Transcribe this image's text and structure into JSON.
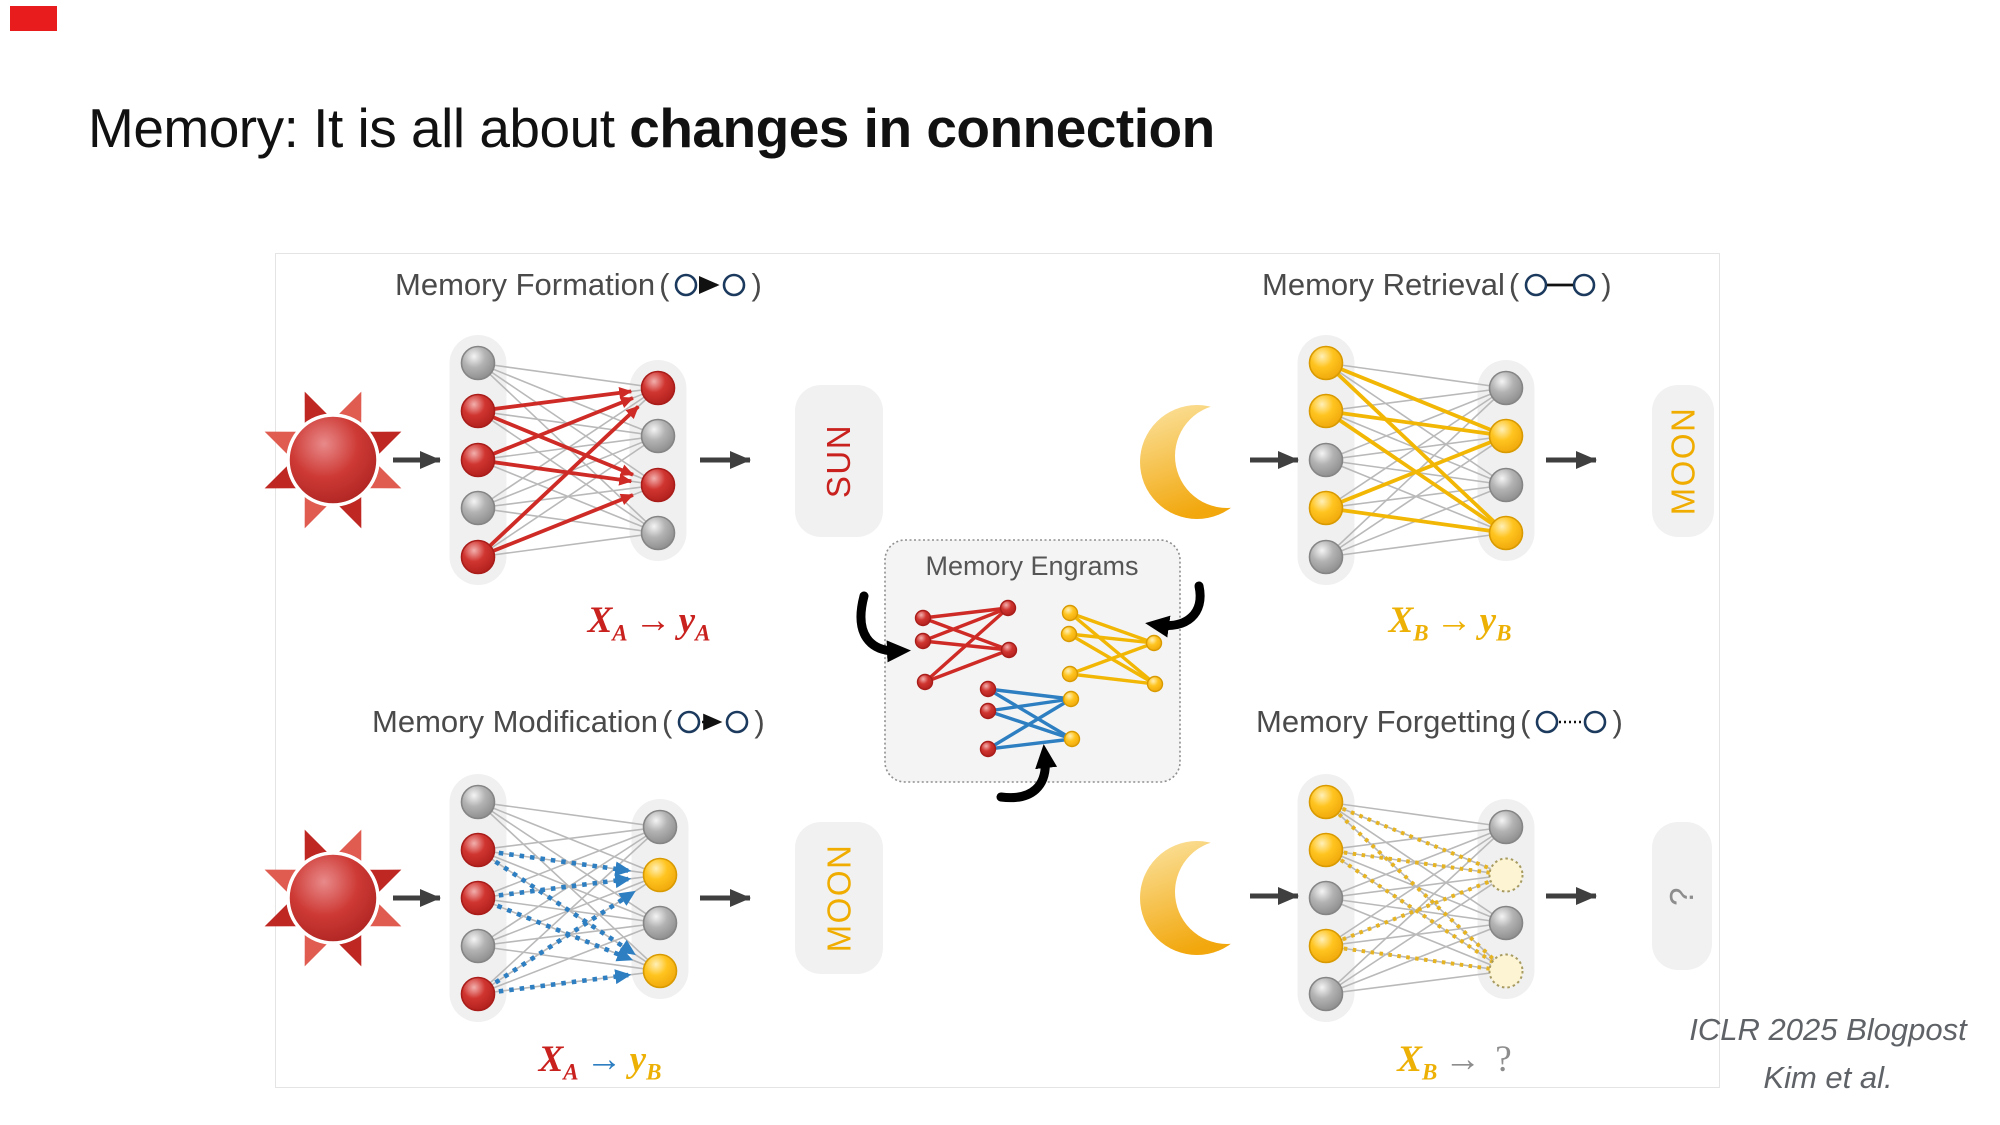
{
  "corner_mark_color": "#e81c1c",
  "title": {
    "prefix": "Memory: It is all about ",
    "bold": "changes in connection"
  },
  "figure": {
    "paren_open": "(",
    "paren_close": ")"
  },
  "quadrants": [
    {
      "id": "formation",
      "title": "Memory Formation",
      "connector": "solid-arrow",
      "input_icon": "sun-icon",
      "left_nodes": [
        "gray",
        "red",
        "red",
        "gray",
        "red"
      ],
      "right_nodes": [
        "red",
        "gray",
        "red",
        "gray"
      ],
      "highlight": {
        "style": "solid-arrow",
        "color": "#cf2b26",
        "pairs": [
          [
            1,
            0
          ],
          [
            1,
            2
          ],
          [
            2,
            0
          ],
          [
            2,
            2
          ],
          [
            4,
            0
          ],
          [
            4,
            2
          ]
        ]
      },
      "output": {
        "label": "SUN",
        "color": "#c9211e"
      },
      "formula": [
        {
          "t": "X",
          "sub": "A",
          "color": "#c9211e"
        },
        {
          "t": "→",
          "color": "#c9211e"
        },
        {
          "t": "y",
          "sub": "A",
          "color": "#c9211e"
        }
      ]
    },
    {
      "id": "retrieval",
      "title": "Memory Retrieval",
      "connector": "solid-line",
      "input_icon": "moon-icon",
      "left_nodes": [
        "yellow",
        "yellow",
        "gray",
        "yellow",
        "gray"
      ],
      "right_nodes": [
        "gray",
        "yellow",
        "gray",
        "yellow"
      ],
      "highlight": {
        "style": "solid-line",
        "color": "#f2b705",
        "pairs": [
          [
            0,
            1
          ],
          [
            0,
            3
          ],
          [
            1,
            1
          ],
          [
            1,
            3
          ],
          [
            3,
            1
          ],
          [
            3,
            3
          ]
        ]
      },
      "output": {
        "label": "MOON",
        "color": "#f0ad00"
      },
      "formula": [
        {
          "t": "X",
          "sub": "B",
          "color": "#edb005"
        },
        {
          "t": "→",
          "color": "#edb005"
        },
        {
          "t": "y",
          "sub": "B",
          "color": "#edb005"
        }
      ]
    },
    {
      "id": "modification",
      "title": "Memory Modification",
      "connector": "dotted-arrow",
      "input_icon": "sun-icon",
      "left_nodes": [
        "gray",
        "red",
        "red",
        "gray",
        "red"
      ],
      "right_nodes": [
        "gray",
        "yellow",
        "gray",
        "yellow"
      ],
      "highlight": {
        "style": "dotted-arrow",
        "color": "#2e7fc2",
        "pairs": [
          [
            1,
            1
          ],
          [
            1,
            3
          ],
          [
            2,
            1
          ],
          [
            2,
            3
          ],
          [
            4,
            1
          ],
          [
            4,
            3
          ]
        ]
      },
      "output": {
        "label": "MOON",
        "color": "#f0ad00"
      },
      "formula": [
        {
          "t": "X",
          "sub": "A",
          "color": "#c9211e"
        },
        {
          "t": "→",
          "color": "#2e7fc2"
        },
        {
          "t": "y",
          "sub": "B",
          "color": "#edb005"
        }
      ]
    },
    {
      "id": "forgetting",
      "title": "Memory Forgetting",
      "connector": "dotted-line",
      "input_icon": "moon-icon",
      "left_nodes": [
        "yellow",
        "yellow",
        "gray",
        "yellow",
        "gray"
      ],
      "right_nodes": [
        "gray",
        "faded",
        "gray",
        "faded"
      ],
      "highlight": {
        "style": "dotted-line",
        "color": "#e6b422",
        "pairs": [
          [
            0,
            1
          ],
          [
            0,
            3
          ],
          [
            1,
            1
          ],
          [
            1,
            3
          ],
          [
            3,
            1
          ],
          [
            3,
            3
          ]
        ]
      },
      "output": {
        "label": "?",
        "color": "#8d8d8d"
      },
      "formula": [
        {
          "t": "X",
          "sub": "B",
          "color": "#edb005"
        },
        {
          "t": "→",
          "color": "#8d8d8d"
        },
        {
          "t": "?",
          "color": "#8d8d8d"
        }
      ]
    }
  ],
  "engrams": {
    "title": "Memory Engrams",
    "networks": [
      {
        "edge_color": "#cf2b26",
        "left_color": "red",
        "right_color": "red"
      },
      {
        "edge_color": "#f2b705",
        "left_color": "yellow",
        "right_color": "yellow"
      },
      {
        "edge_color": "#2e7fc2",
        "left_color": "red",
        "right_color": "yellow"
      }
    ]
  },
  "attribution": {
    "line1": "ICLR 2025 Blogpost",
    "line2": "Kim et al."
  }
}
